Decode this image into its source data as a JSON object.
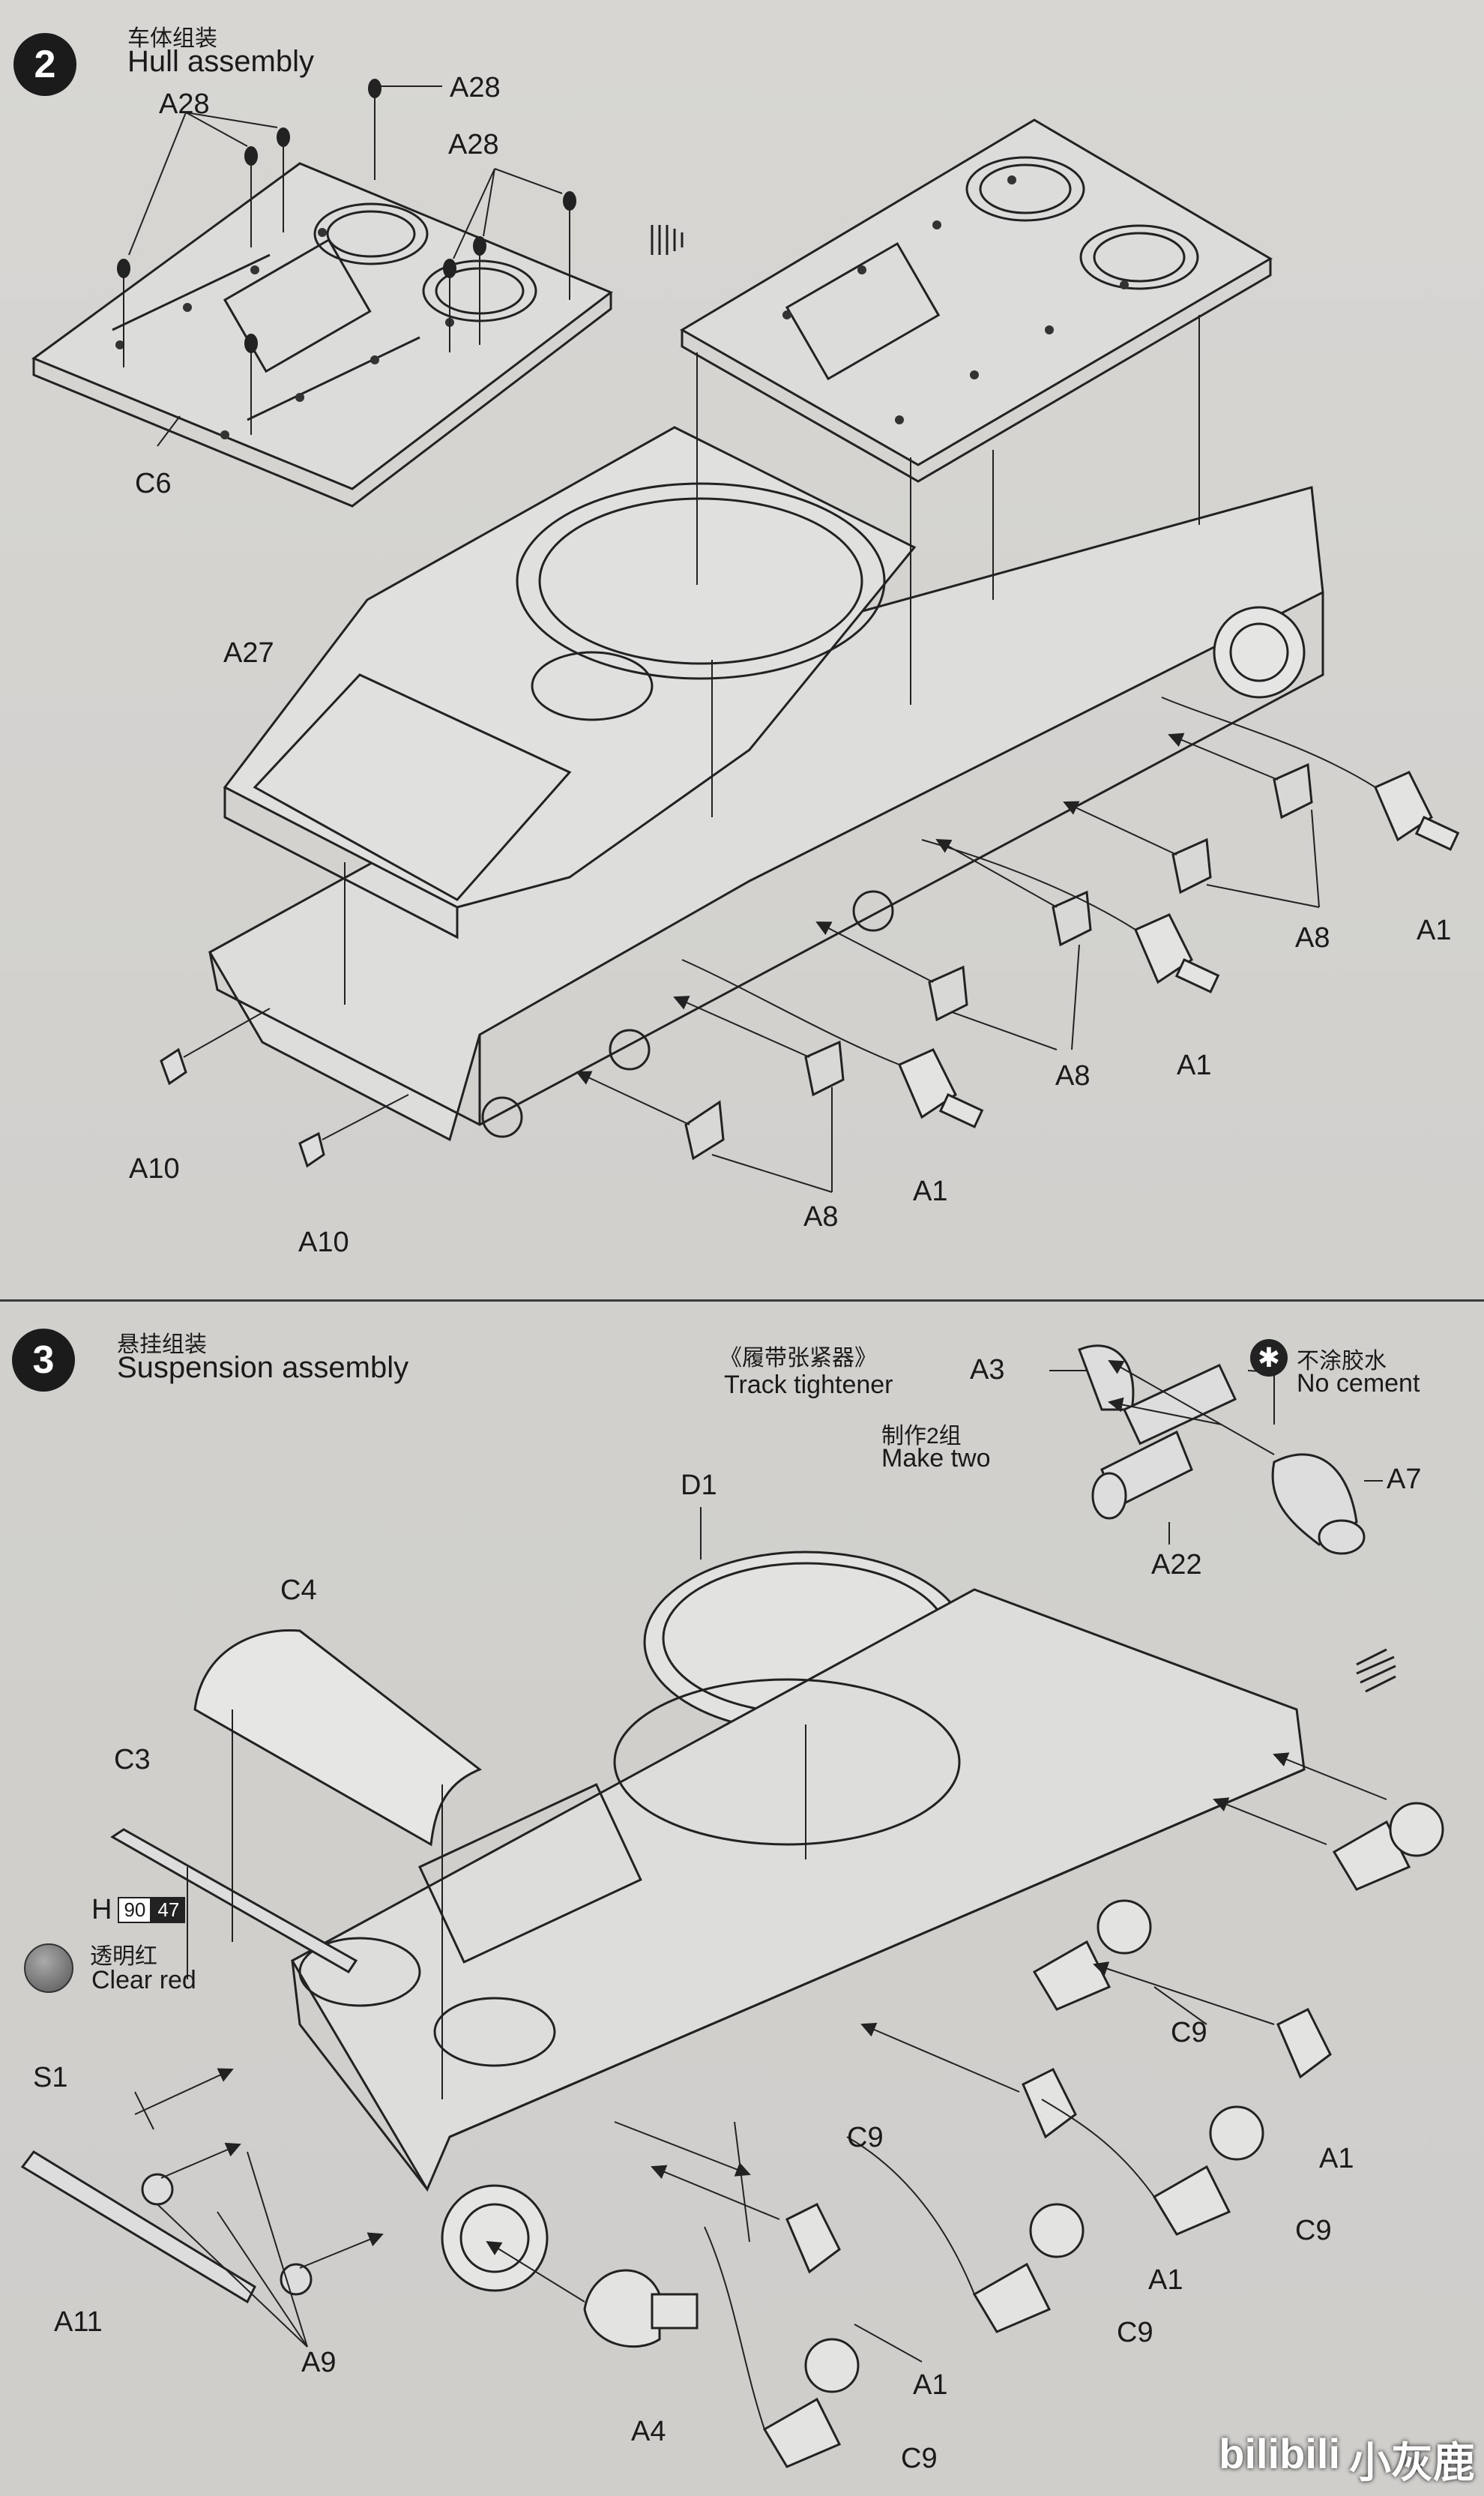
{
  "step2": {
    "number": "2",
    "title_cn": "车体组装",
    "title_en": "Hull assembly",
    "labels": {
      "a28_1": "A28",
      "a28_2": "A28",
      "a28_3": "A28",
      "c6": "C6",
      "a27": "A27",
      "a10_1": "A10",
      "a10_2": "A10",
      "a8_1": "A8",
      "a8_2": "A8",
      "a8_3": "A8",
      "a1_1": "A1",
      "a1_2": "A1",
      "a1_3": "A1"
    }
  },
  "step3": {
    "number": "3",
    "title_cn": "悬挂组装",
    "title_en": "Suspension assembly",
    "track_tightener_cn": "《履带张紧器》",
    "track_tightener_en": "Track tightener",
    "make_two_cn": "制作2组",
    "make_two_en": "Make two",
    "no_cement_cn": "不涂胶水",
    "no_cement_en": "No cement",
    "clear_red_cn": "透明红",
    "clear_red_en": "Clear red",
    "color_code_letter": "H",
    "color_code_1": "90",
    "color_code_2": "47",
    "labels": {
      "a3": "A3",
      "a7": "A7",
      "a22": "A22",
      "d1": "D1",
      "c4": "C4",
      "c3": "C3",
      "s1": "S1",
      "a11": "A11",
      "a9": "A9",
      "a4": "A4",
      "c9_1": "C9",
      "c9_2": "C9",
      "c9_3": "C9",
      "c9_4": "C9",
      "c9_5": "C9",
      "a1_1": "A1",
      "a1_2": "A1",
      "a1_3": "A1"
    }
  },
  "watermark": {
    "brand": "bilibili",
    "user": "小灰鹿"
  }
}
